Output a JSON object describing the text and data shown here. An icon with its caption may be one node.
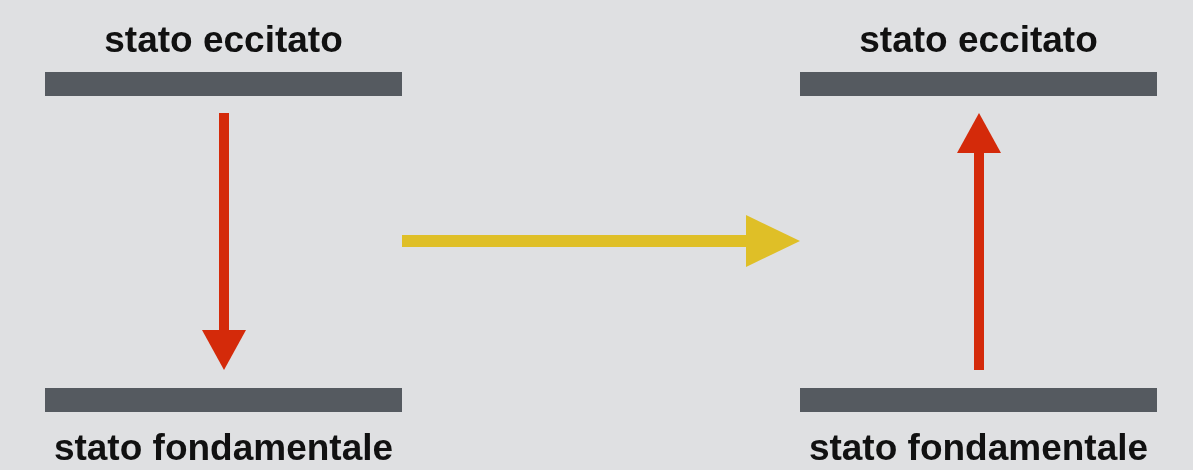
{
  "diagram": {
    "nodes": [
      {
        "text": [],
        "shape": "bar",
        "beside": [
          "stato eccitato"
        ]
      },
      {
        "text": [],
        "shape": "bar",
        "beside": [
          "stato fondamentale"
        ]
      },
      {
        "text": [],
        "shape": "bar",
        "beside": [
          "stato eccitato"
        ]
      },
      {
        "text": [],
        "shape": "bar",
        "beside": [
          "stato fondamentale"
        ]
      }
    ],
    "edges": [
      {
        "from": 0,
        "to": 1,
        "arrow": "to"
      },
      {
        "from": 3,
        "to": 2,
        "arrow": "to"
      }
    ]
  }
}
